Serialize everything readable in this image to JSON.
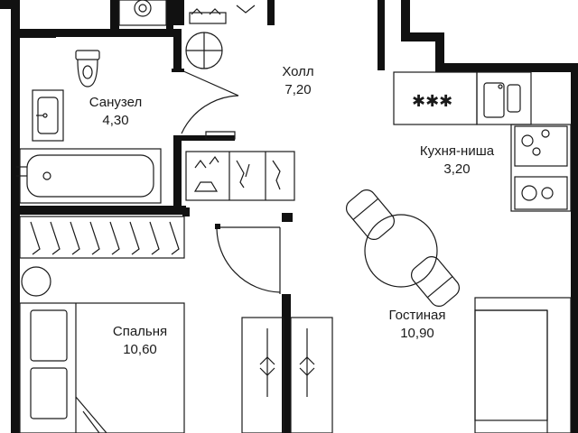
{
  "rooms": [
    {
      "id": "bathroom",
      "name": "Санузел",
      "area": "4,30"
    },
    {
      "id": "hall",
      "name": "Холл",
      "area": "7,20"
    },
    {
      "id": "kitchen",
      "name": "Кухня-ниша",
      "area": "3,20"
    },
    {
      "id": "living",
      "name": "Гостиная",
      "area": "10,90"
    },
    {
      "id": "bedroom",
      "name": "Спальня",
      "area": "10,60"
    }
  ],
  "fixtures": [
    "toilet-icon",
    "sink-icon",
    "bathtub-icon",
    "washing-machine-icon",
    "round-table-icon",
    "wardrobe-icon",
    "cooktop-icon",
    "kitchen-sink-icon",
    "dining-table-icon",
    "chair-icon",
    "sofa-icon",
    "bed-icon",
    "shoe-rack-icon"
  ],
  "colors": {
    "wall": "#111111",
    "line": "#1a1a1a",
    "background": "#ffffff"
  }
}
